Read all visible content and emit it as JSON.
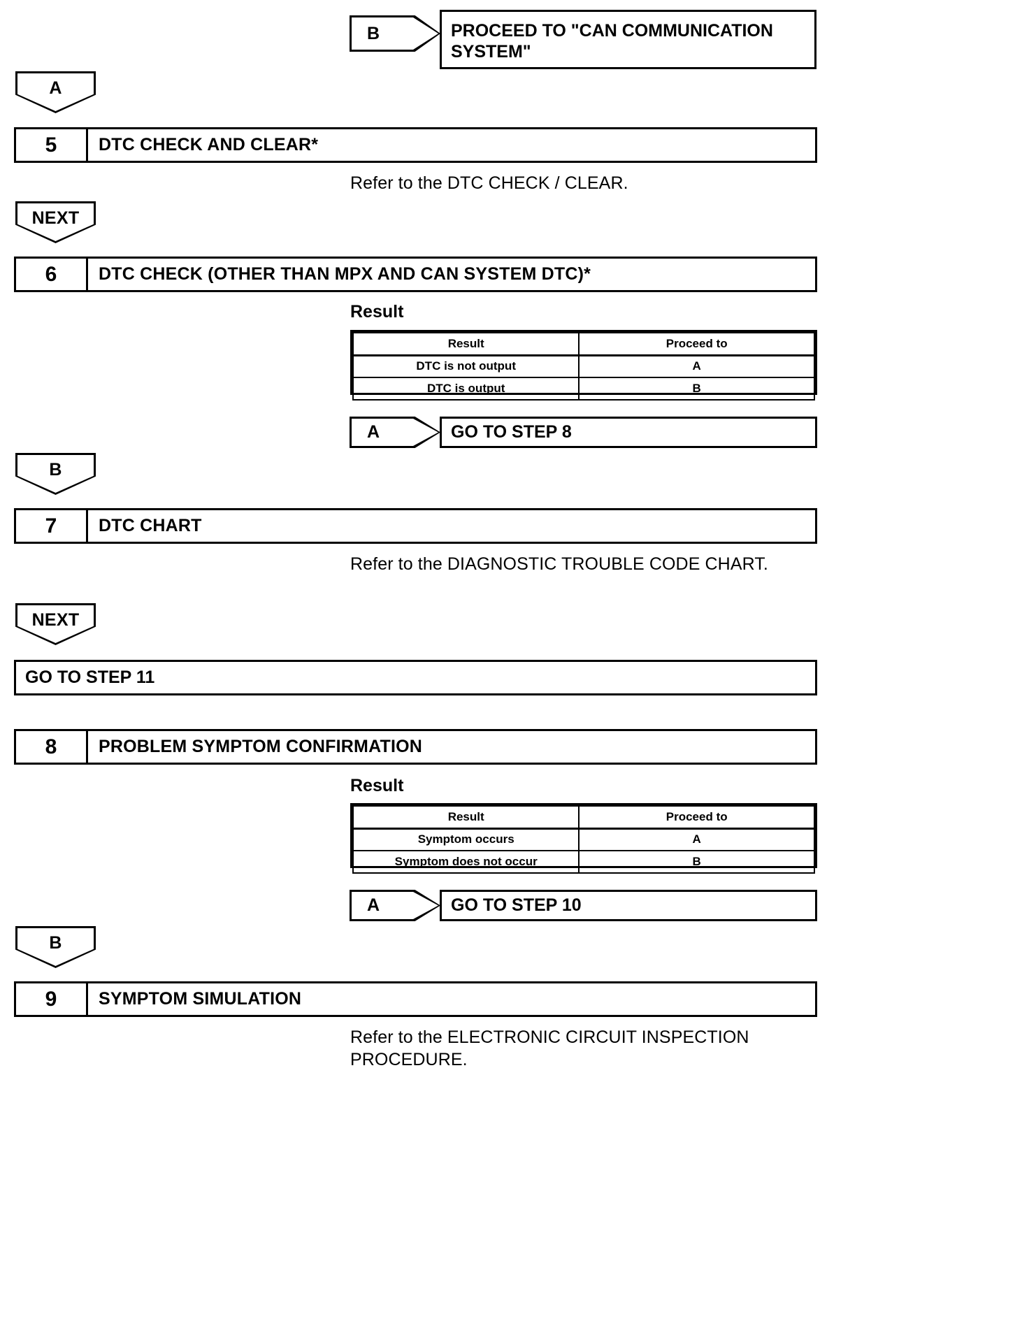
{
  "document": {
    "type": "diagnostic-flowchart",
    "title": "Diagnostic Troubleshooting Flow (Steps 5-9)"
  },
  "nodes": {
    "connector_b_top": {
      "label": "B"
    },
    "proceed_can_box": {
      "label": "PROCEED TO \"CAN COMMUNICATION SYSTEM\""
    },
    "connector_a_1": {
      "label": "A"
    },
    "step5": {
      "number": "5",
      "title": "DTC CHECK AND CLEAR*",
      "note": "Refer to the DTC CHECK / CLEAR."
    },
    "connector_next_1": {
      "label": "NEXT"
    },
    "step6": {
      "number": "6",
      "title": "DTC CHECK (OTHER THAN MPX AND CAN SYSTEM DTC)*",
      "result_caption": "Result"
    },
    "connector_a_2": {
      "label": "A"
    },
    "goto_step8": {
      "label": "GO TO STEP 8"
    },
    "connector_b_1": {
      "label": "B"
    },
    "step7": {
      "number": "7",
      "title": "DTC CHART",
      "note": "Refer to the DIAGNOSTIC TROUBLE CODE CHART."
    },
    "connector_next_2": {
      "label": "NEXT"
    },
    "goto_step11": {
      "label": "GO TO STEP 11"
    },
    "step8": {
      "number": "8",
      "title": "PROBLEM SYMPTOM CONFIRMATION",
      "result_caption": "Result"
    },
    "connector_a_3": {
      "label": "A"
    },
    "goto_step10": {
      "label": "GO TO STEP 10"
    },
    "connector_b_2": {
      "label": "B"
    },
    "step9": {
      "number": "9",
      "title": "SYMPTOM SIMULATION",
      "note": "Refer to the ELECTRONIC CIRCUIT INSPECTION\nPROCEDURE."
    }
  },
  "tables": {
    "step6_result": {
      "headers": [
        "Result",
        "Proceed to"
      ],
      "rows": [
        {
          "result": "DTC is not output",
          "proceed_to": "A"
        },
        {
          "result": "DTC is output",
          "proceed_to": "B"
        }
      ]
    },
    "step8_result": {
      "headers": [
        "Result",
        "Proceed to"
      ],
      "rows": [
        {
          "result": "Symptom occurs",
          "proceed_to": "A"
        },
        {
          "result": "Symptom does not occur",
          "proceed_to": "B"
        }
      ]
    }
  },
  "colors": {
    "stroke": "#000000",
    "background": "#ffffff"
  }
}
